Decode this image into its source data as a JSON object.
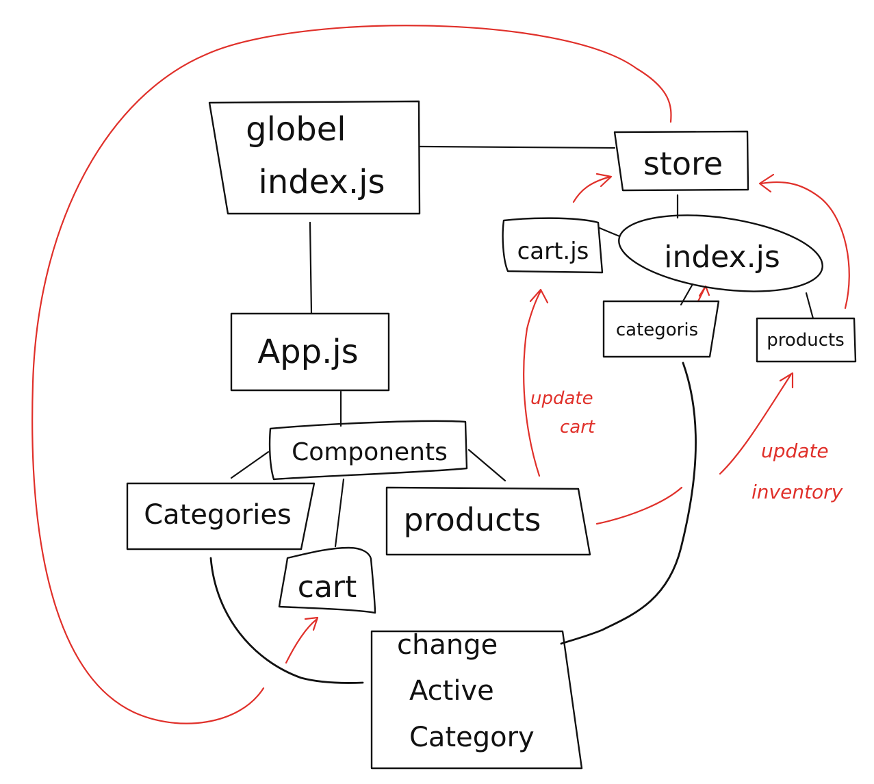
{
  "nodes": {
    "global_index": "globel\nindex.js",
    "store": "store",
    "store_index": "index.js",
    "store_cart": "cart.js",
    "store_categories": "categoris",
    "store_products": "products",
    "app": "App.js",
    "components": "Components",
    "categories": "Categories",
    "products": "products",
    "cart": "cart",
    "change_active": "change\nActive\nCategory"
  },
  "annotations": {
    "update_cart": "update\ncart",
    "update_inventory": "update\ninventory"
  },
  "colors": {
    "ink": "#111111",
    "annotation": "#e0302a"
  }
}
